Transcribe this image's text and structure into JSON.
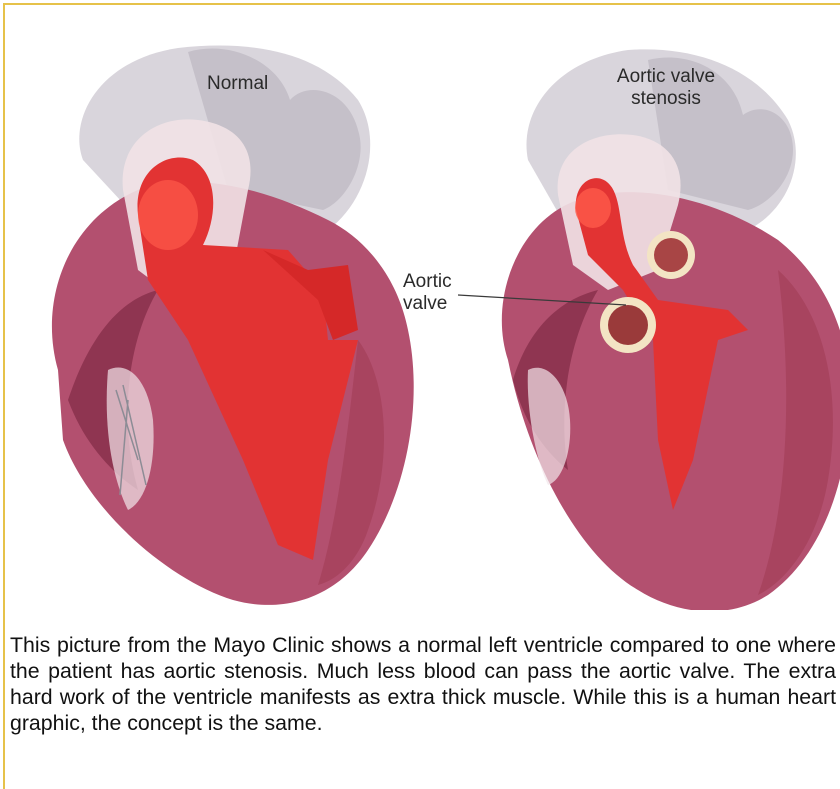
{
  "figure": {
    "label_normal": "Normal",
    "label_stenosis": "Aortic valve stenosis",
    "label_aortic_valve": "Aortic valve"
  },
  "caption": "This picture from the Mayo Clinic shows a normal left ventricle compared to one where the patient has aortic stenosis. Much less blood can pass the aortic valve. The extra hard work of the ventricle manifests as extra thick muscle. While this is a human heart graphic, the concept is the same.",
  "colors": {
    "frame": "#e6c24a",
    "muscle": "#b34a6a",
    "blood": "#e02a2a",
    "vessel": "#c8c4cc"
  }
}
